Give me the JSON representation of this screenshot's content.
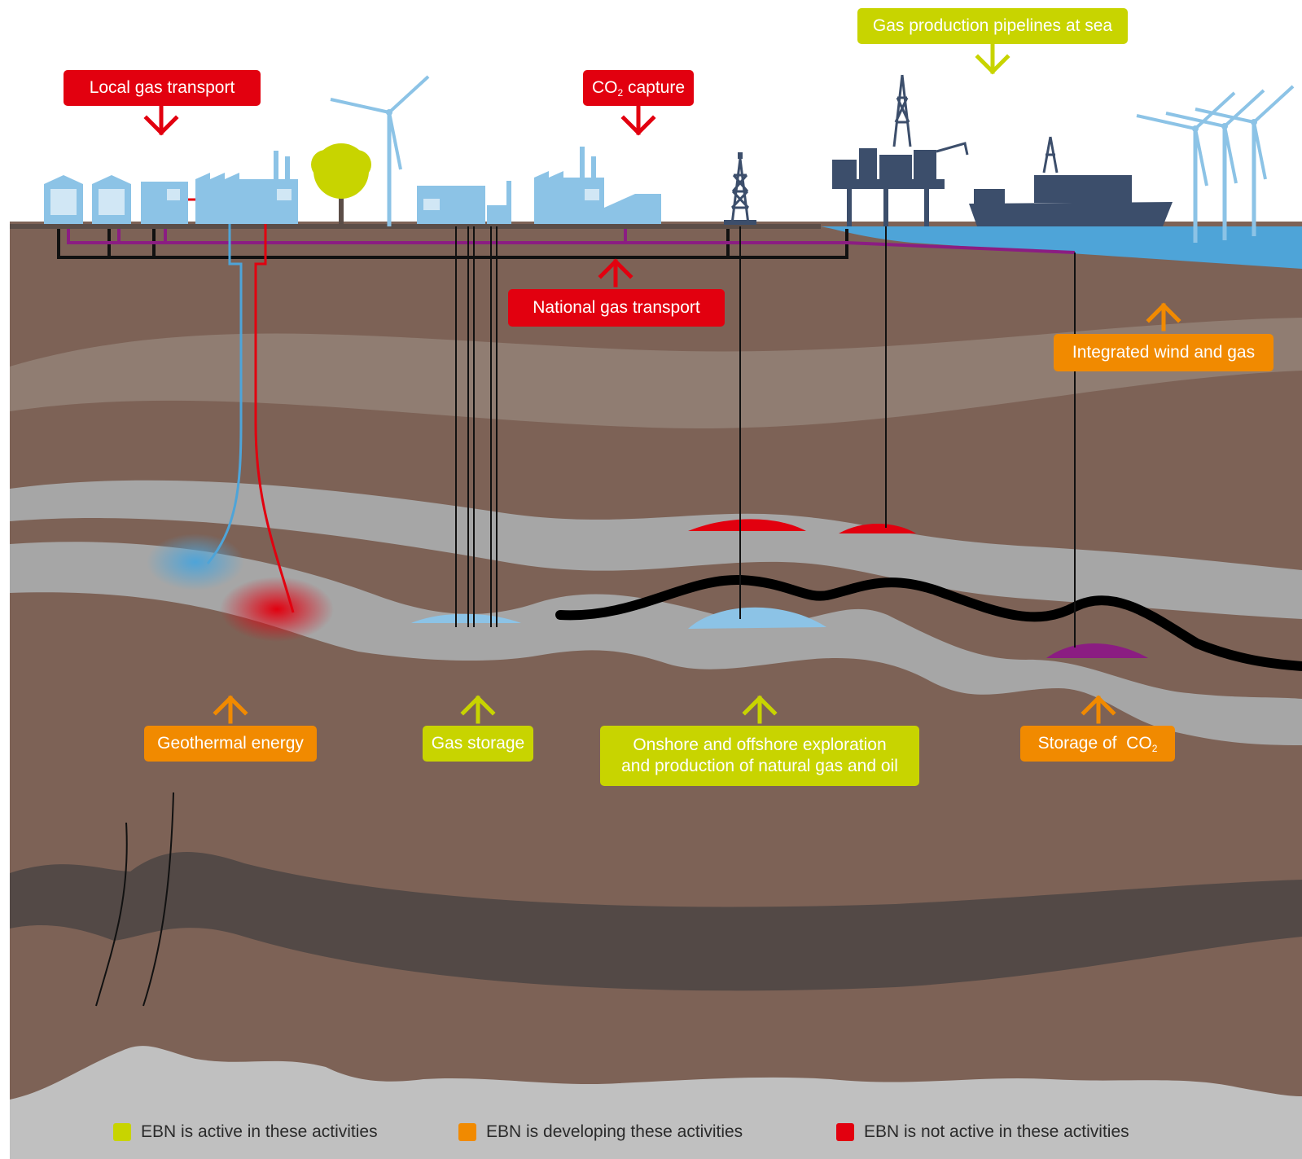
{
  "colors": {
    "active": "#c8d400",
    "developing": "#f18a00",
    "not_active": "#e2000f",
    "earth": "#7d6256",
    "rock_layer": "#a6a6a6",
    "deep_rock": "#c0c0c0",
    "coal_layer": "#534946",
    "sea": "#4ea4d8",
    "buildings_light": "#8cc3e6",
    "buildings_dark": "#3c4e6b",
    "gas_pipe": "#8b1d82"
  },
  "labels": {
    "local_gas_transport": "Local gas transport",
    "co2_capture_prefix": "CO",
    "co2_capture_sub": "2",
    "co2_capture_suffix": " capture",
    "gas_pipelines_sea": "Gas production pipelines at sea",
    "national_gas_transport": "National gas transport",
    "integrated_wind_gas": "Integrated wind and gas",
    "geothermal_energy": "Geothermal energy",
    "gas_storage": "Gas storage",
    "exploration_line1": "Onshore and offshore exploration",
    "exploration_line2": "and production of natural gas and oil",
    "co2_storage_prefix": "Storage of  CO",
    "co2_storage_sub": "2"
  },
  "legend": {
    "active": "EBN is active in these activities",
    "developing": "EBN is developing these activities",
    "not_active": "EBN is not active in these activities"
  },
  "icons": {
    "arrow": "chevron-arrow-icon",
    "wind_turbine": "wind-turbine-icon",
    "drilling_rig": "drilling-rig-icon",
    "offshore_platform": "offshore-platform-icon",
    "ship": "ship-icon",
    "factory": "factory-icon",
    "house": "house-icon",
    "tree": "tree-icon"
  }
}
